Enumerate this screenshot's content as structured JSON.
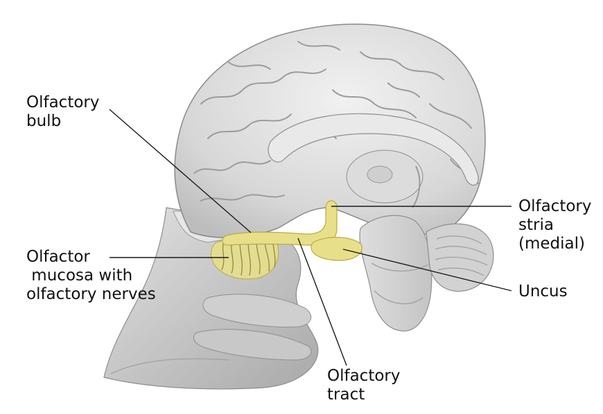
{
  "labels": {
    "olfactory_bulb": [
      "Olfactory",
      "bulb"
    ],
    "olfactor_mucosa": [
      "Olfactor",
      " mucosa with",
      "olfactory nerves"
    ],
    "olfactory_tract": [
      "Olfactory",
      "tract"
    ],
    "olfactory_stria": [
      "Olfactory",
      "stria",
      "(medial)"
    ],
    "uncus": [
      "Uncus"
    ]
  },
  "colors": {
    "highlight": "#e8df8a",
    "highlight_stroke": "#b9ab3e",
    "tissue": "#d9d9d9",
    "tissue_dark": "#b4b4b4",
    "leader_line": "#1a1a1a"
  }
}
